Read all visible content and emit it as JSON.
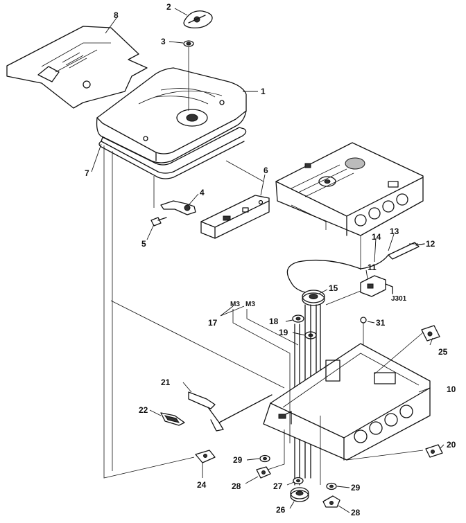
{
  "labels": {
    "l1": "1",
    "l2": "2",
    "l3": "3",
    "l4": "4",
    "l5": "5",
    "l6": "6",
    "l7": "7",
    "l8": "8",
    "l10": "10",
    "l11": "11",
    "l12": "12",
    "l13": "13",
    "l14": "14",
    "l15": "15",
    "l17": "17",
    "l18": "18",
    "l19": "19",
    "l20": "20",
    "l21": "21",
    "l22": "22",
    "l24": "24",
    "l25": "25",
    "l26": "26",
    "l27": "27",
    "l28a": "28",
    "l28b": "28",
    "l29a": "29",
    "l29b": "29",
    "l31": "31",
    "j301": "J301",
    "m13a": "M3",
    "m13b": "M3"
  }
}
